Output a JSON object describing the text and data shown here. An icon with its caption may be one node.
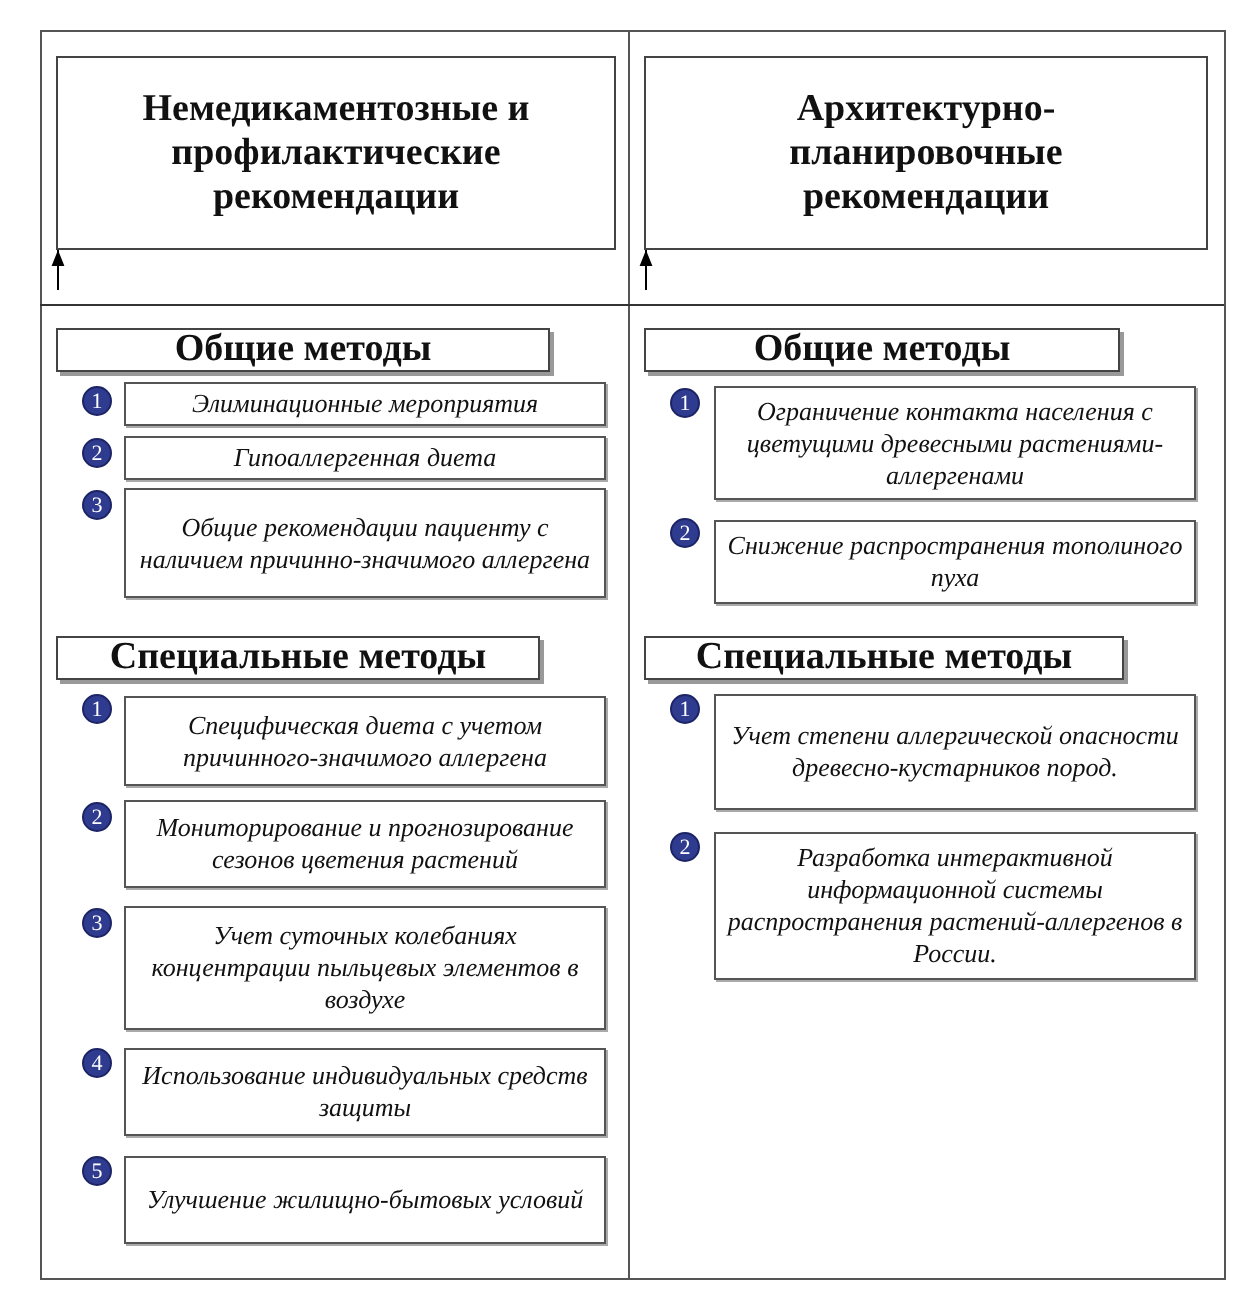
{
  "diagram": {
    "nodes": [
      {
        "text": [
          "Немедикаментозные и профилактические рекомендации"
        ]
      },
      {
        "text": [
          "Архитектурно-планировочные рекомендации"
        ]
      },
      {
        "text": [
          "Общие методы"
        ]
      },
      {
        "text": [
          "1"
        ]
      },
      {
        "text": [
          "Элиминационные мероприятия"
        ]
      },
      {
        "text": [
          "2"
        ]
      },
      {
        "text": [
          "Гипоаллергенная диета"
        ]
      },
      {
        "text": [
          "3"
        ]
      },
      {
        "text": [
          "Общие рекомендации пациенту с наличием причинно-значимого аллергена"
        ]
      },
      {
        "text": [
          "Специальные методы"
        ]
      },
      {
        "text": [
          "1"
        ]
      },
      {
        "text": [
          "Специфическая диета с учетом причинного-значимого аллергена"
        ]
      },
      {
        "text": [
          "2"
        ]
      },
      {
        "text": [
          "Мониторирование и прогнозирование сезонов цветения растений"
        ]
      },
      {
        "text": [
          "3"
        ]
      },
      {
        "text": [
          "Учет суточных колебаниях концентрации пыльцевых элементов в воздухе"
        ]
      },
      {
        "text": [
          "4"
        ]
      },
      {
        "text": [
          "Использование индивидуальных средств защиты"
        ]
      },
      {
        "text": [
          "5"
        ]
      },
      {
        "text": [
          "Улучшение жилищно-бытовых условий"
        ]
      },
      {
        "text": [
          "Общие методы"
        ]
      },
      {
        "text": [
          "1"
        ]
      },
      {
        "text": [
          "Ограничение контакта населения с цветущими древесными растениями-аллергенами"
        ]
      },
      {
        "text": [
          "2"
        ]
      },
      {
        "text": [
          "Снижение распространения тополиного пуха"
        ]
      },
      {
        "text": [
          "Специальные методы"
        ]
      },
      {
        "text": [
          "1"
        ]
      },
      {
        "text": [
          "Учет степени аллергической опасности древесно-кустарников пород."
        ]
      },
      {
        "text": [
          "2"
        ]
      },
      {
        "text": [
          "Разработка интерактивной информационной системы распространения растений-аллергенов в России."
        ]
      }
    ],
    "edges": [
      {
        "from": null,
        "to": 0,
        "arrow": "to"
      },
      {
        "from": null,
        "to": 1,
        "arrow": "to"
      }
    ]
  }
}
